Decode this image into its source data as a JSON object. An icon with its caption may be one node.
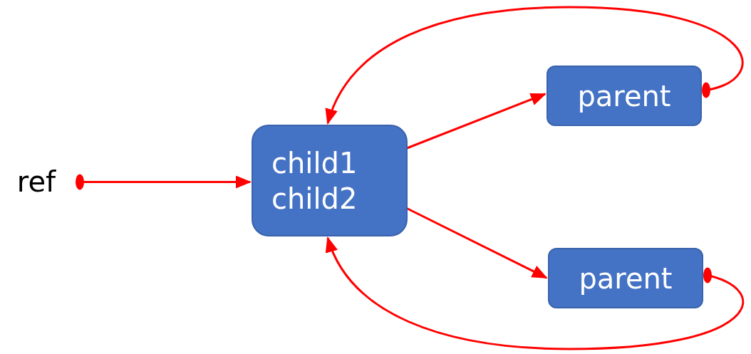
{
  "diagram": {
    "nodes": [
      {
        "text": [
          "ref"
        ]
      },
      {
        "text": [
          "child1",
          "child2"
        ]
      },
      {
        "text": [
          "parent"
        ]
      },
      {
        "text": [
          "parent"
        ]
      }
    ],
    "edges": [
      {
        "from": 0,
        "to": 1,
        "arrow": "to"
      },
      {
        "from": 1,
        "to": 2,
        "arrow": "to"
      },
      {
        "from": 1,
        "to": 3,
        "arrow": "to"
      },
      {
        "from": 2,
        "to": 1,
        "arrow": "to"
      },
      {
        "from": 3,
        "to": 1,
        "arrow": "to"
      }
    ]
  }
}
